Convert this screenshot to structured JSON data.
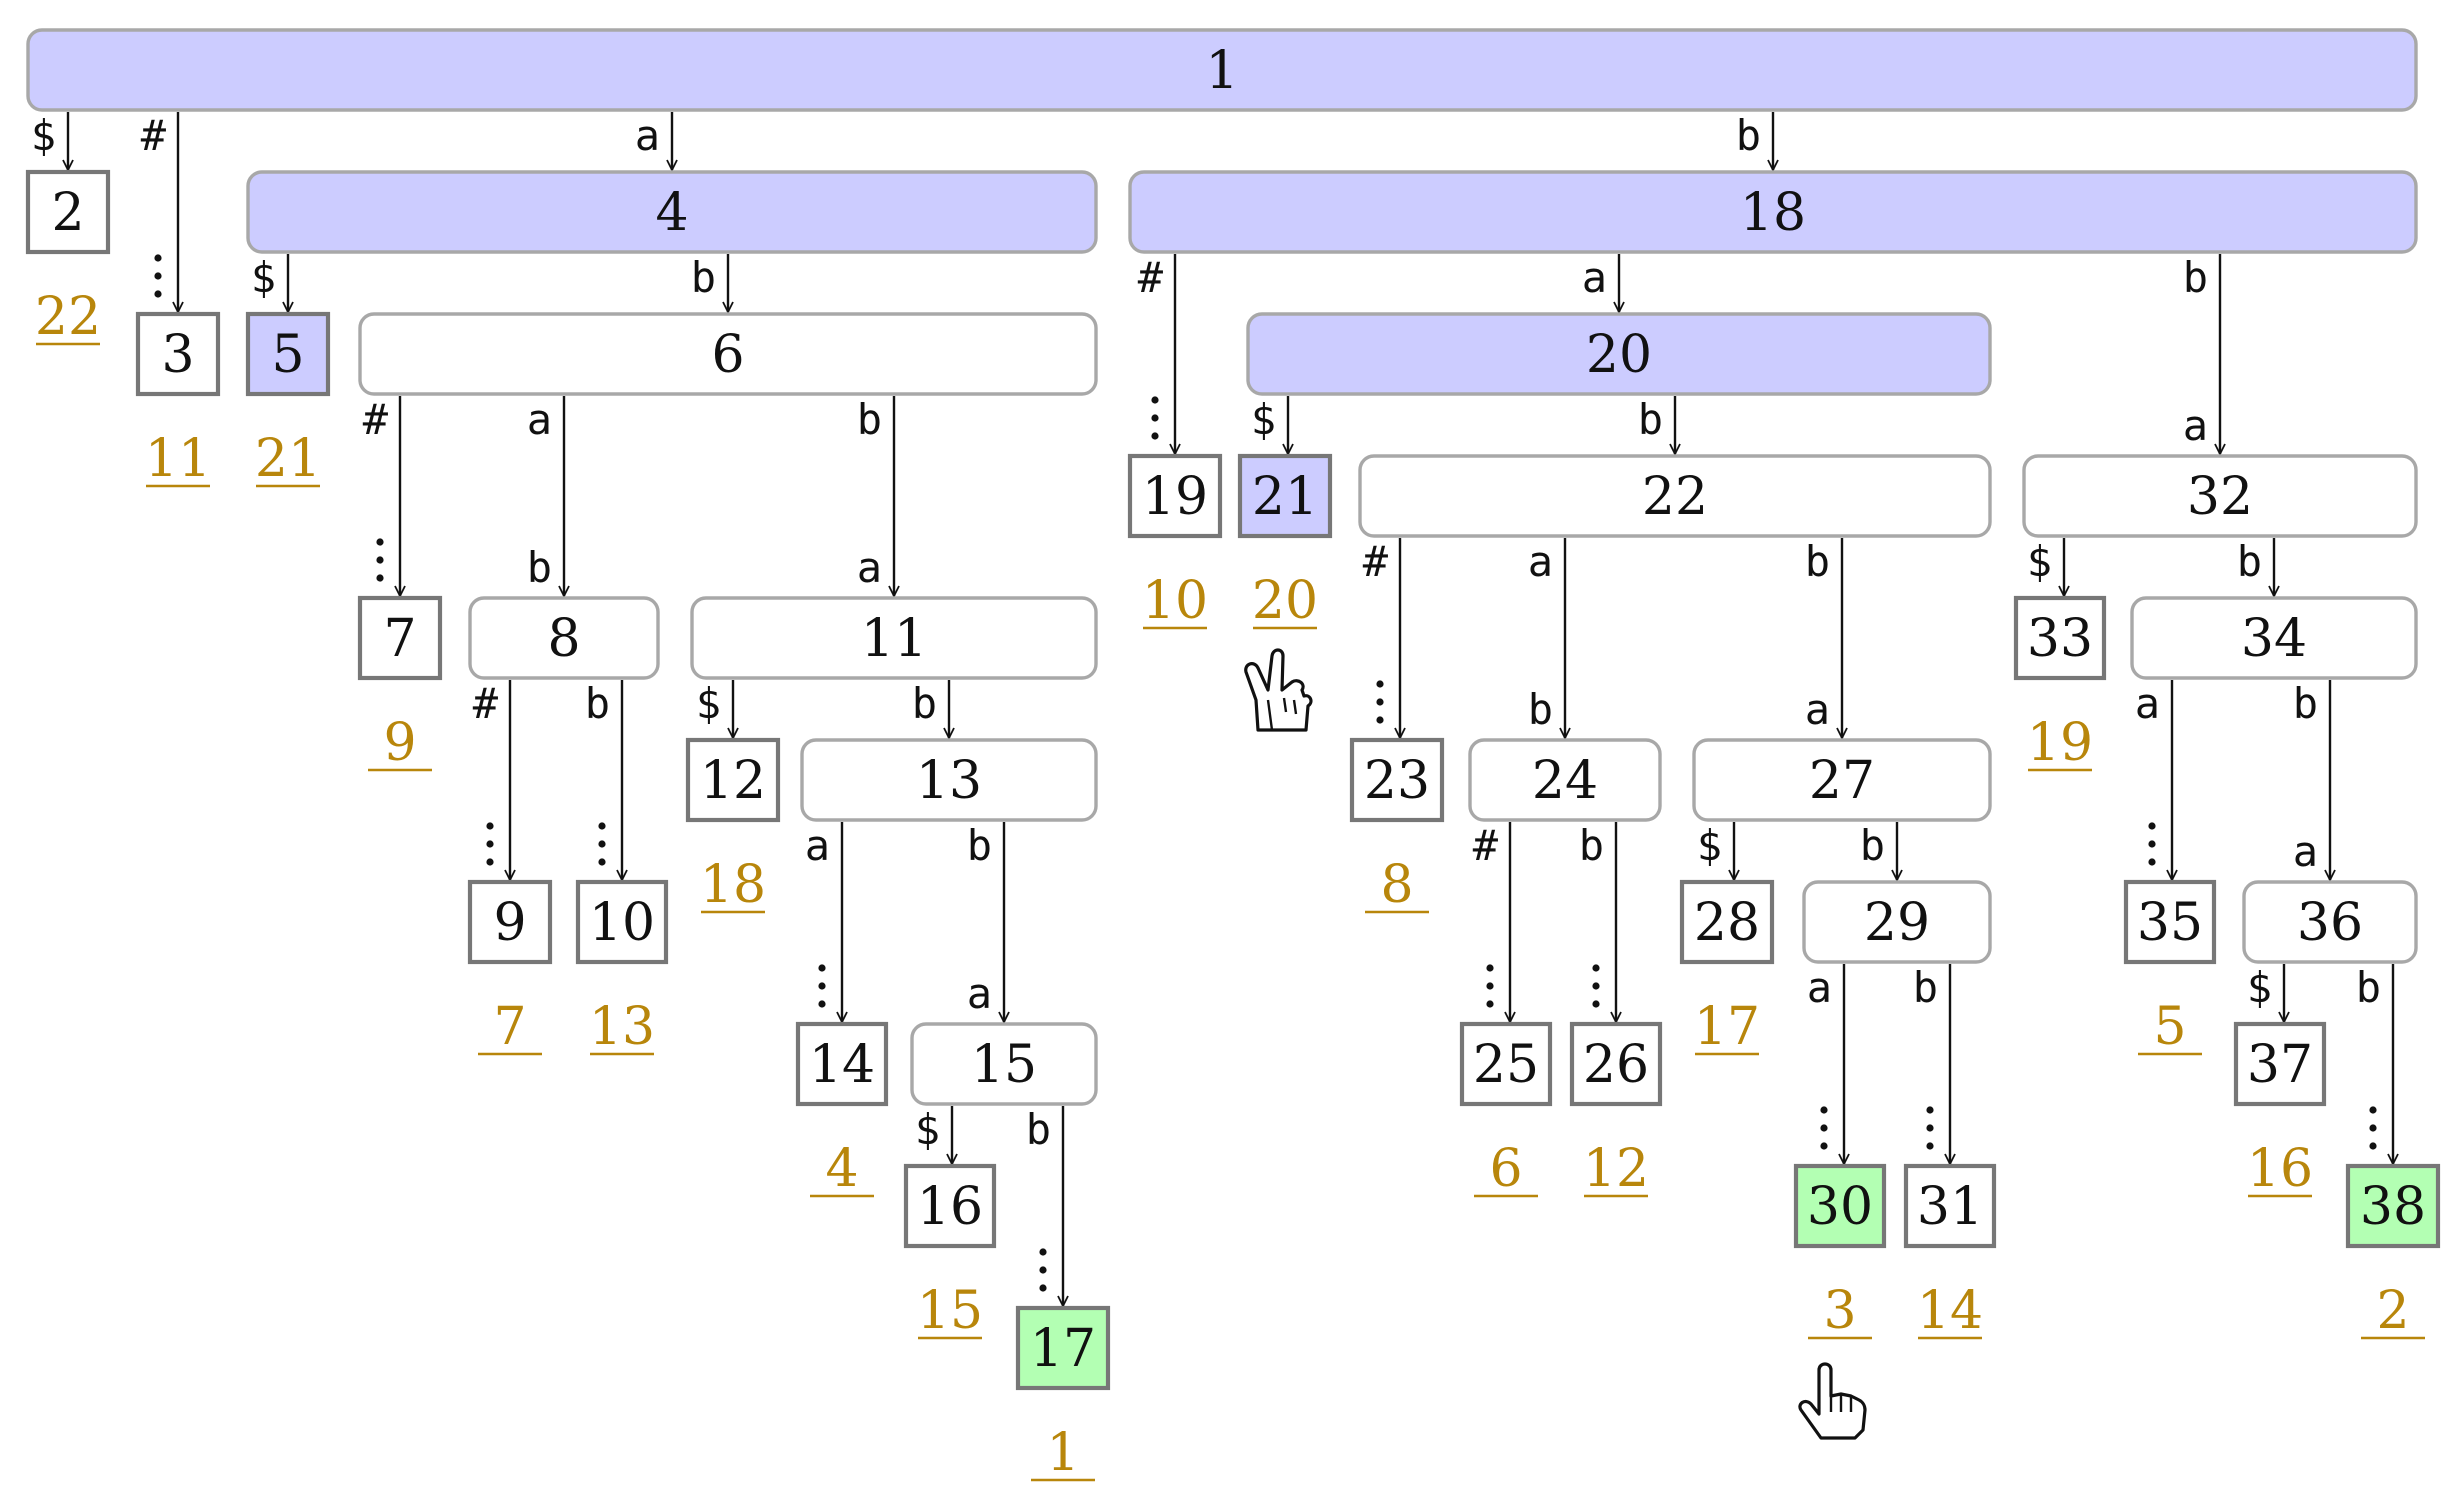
{
  "colors": {
    "highlight_fill": "#ccccff",
    "match_fill": "#b3ffb3",
    "suffix_text": "#b8860b",
    "box_stroke": "#a8a8a8"
  },
  "icons": {
    "victory_hand": "victory-hand-icon",
    "pointer_hand": "pointer-hand-icon"
  },
  "nodes": [
    {
      "id": "1",
      "kind": "internal",
      "hl": true
    },
    {
      "id": "2",
      "kind": "leaf",
      "suffix": "22"
    },
    {
      "id": "3",
      "kind": "leaf",
      "suffix": "11"
    },
    {
      "id": "4",
      "kind": "internal",
      "hl": true
    },
    {
      "id": "5",
      "kind": "leaf",
      "hl": true,
      "suffix": "21"
    },
    {
      "id": "6",
      "kind": "internal"
    },
    {
      "id": "7",
      "kind": "leaf",
      "suffix": "9"
    },
    {
      "id": "8",
      "kind": "internal"
    },
    {
      "id": "9",
      "kind": "leaf",
      "suffix": "7"
    },
    {
      "id": "10",
      "kind": "leaf",
      "suffix": "13"
    },
    {
      "id": "11",
      "kind": "internal"
    },
    {
      "id": "12",
      "kind": "leaf",
      "suffix": "18"
    },
    {
      "id": "13",
      "kind": "internal"
    },
    {
      "id": "14",
      "kind": "leaf",
      "suffix": "4"
    },
    {
      "id": "15",
      "kind": "internal"
    },
    {
      "id": "16",
      "kind": "leaf",
      "suffix": "15"
    },
    {
      "id": "17",
      "kind": "leaf",
      "match": true,
      "suffix": "1"
    },
    {
      "id": "18",
      "kind": "internal",
      "hl": true
    },
    {
      "id": "19",
      "kind": "leaf",
      "suffix": "10"
    },
    {
      "id": "20",
      "kind": "internal",
      "hl": true
    },
    {
      "id": "21",
      "kind": "leaf",
      "hl": true,
      "suffix": "20"
    },
    {
      "id": "22",
      "kind": "internal"
    },
    {
      "id": "23",
      "kind": "leaf",
      "suffix": "8"
    },
    {
      "id": "24",
      "kind": "internal"
    },
    {
      "id": "25",
      "kind": "leaf",
      "suffix": "6"
    },
    {
      "id": "26",
      "kind": "leaf",
      "suffix": "12"
    },
    {
      "id": "27",
      "kind": "internal"
    },
    {
      "id": "28",
      "kind": "leaf",
      "suffix": "17"
    },
    {
      "id": "29",
      "kind": "internal"
    },
    {
      "id": "30",
      "kind": "leaf",
      "match": true,
      "suffix": "3"
    },
    {
      "id": "31",
      "kind": "leaf",
      "suffix": "14"
    },
    {
      "id": "32",
      "kind": "internal"
    },
    {
      "id": "33",
      "kind": "leaf",
      "suffix": "19"
    },
    {
      "id": "34",
      "kind": "internal"
    },
    {
      "id": "35",
      "kind": "leaf",
      "suffix": "5"
    },
    {
      "id": "36",
      "kind": "internal"
    },
    {
      "id": "37",
      "kind": "leaf",
      "suffix": "16"
    },
    {
      "id": "38",
      "kind": "leaf",
      "match": true,
      "suffix": "2"
    }
  ],
  "edges": [
    {
      "from": "1",
      "to": "2",
      "first": "$"
    },
    {
      "from": "1",
      "to": "3",
      "first": "#",
      "elided": true
    },
    {
      "from": "1",
      "to": "4",
      "first": "a"
    },
    {
      "from": "1",
      "to": "18",
      "first": "b"
    },
    {
      "from": "4",
      "to": "5",
      "first": "$"
    },
    {
      "from": "4",
      "to": "6",
      "first": "b"
    },
    {
      "from": "6",
      "to": "7",
      "first": "#",
      "elided": true
    },
    {
      "from": "6",
      "to": "8",
      "first": "a",
      "last": "b"
    },
    {
      "from": "6",
      "to": "11",
      "first": "b",
      "last": "a"
    },
    {
      "from": "8",
      "to": "9",
      "first": "#",
      "elided": true
    },
    {
      "from": "8",
      "to": "10",
      "first": "b",
      "elided": true
    },
    {
      "from": "11",
      "to": "12",
      "first": "$"
    },
    {
      "from": "11",
      "to": "13",
      "first": "b"
    },
    {
      "from": "13",
      "to": "14",
      "first": "a",
      "elided": true
    },
    {
      "from": "13",
      "to": "15",
      "first": "b",
      "last": "a"
    },
    {
      "from": "15",
      "to": "16",
      "first": "$"
    },
    {
      "from": "15",
      "to": "17",
      "first": "b",
      "elided": true
    },
    {
      "from": "18",
      "to": "19",
      "first": "#",
      "elided": true
    },
    {
      "from": "18",
      "to": "20",
      "first": "a"
    },
    {
      "from": "18",
      "to": "32",
      "first": "b",
      "last": "a"
    },
    {
      "from": "20",
      "to": "21",
      "first": "$"
    },
    {
      "from": "20",
      "to": "22",
      "first": "b"
    },
    {
      "from": "22",
      "to": "23",
      "first": "#",
      "elided": true
    },
    {
      "from": "22",
      "to": "24",
      "first": "a",
      "last": "b"
    },
    {
      "from": "22",
      "to": "27",
      "first": "b",
      "last": "a"
    },
    {
      "from": "24",
      "to": "25",
      "first": "#",
      "elided": true
    },
    {
      "from": "24",
      "to": "26",
      "first": "b",
      "elided": true
    },
    {
      "from": "27",
      "to": "28",
      "first": "$"
    },
    {
      "from": "27",
      "to": "29",
      "first": "b"
    },
    {
      "from": "29",
      "to": "30",
      "first": "a",
      "elided": true
    },
    {
      "from": "29",
      "to": "31",
      "first": "b",
      "elided": true
    },
    {
      "from": "32",
      "to": "33",
      "first": "$"
    },
    {
      "from": "32",
      "to": "34",
      "first": "b"
    },
    {
      "from": "34",
      "to": "35",
      "first": "a",
      "elided": true
    },
    {
      "from": "34",
      "to": "36",
      "first": "b",
      "last": "a"
    },
    {
      "from": "36",
      "to": "37",
      "first": "$"
    },
    {
      "from": "36",
      "to": "38",
      "first": "b",
      "elided": true
    }
  ]
}
